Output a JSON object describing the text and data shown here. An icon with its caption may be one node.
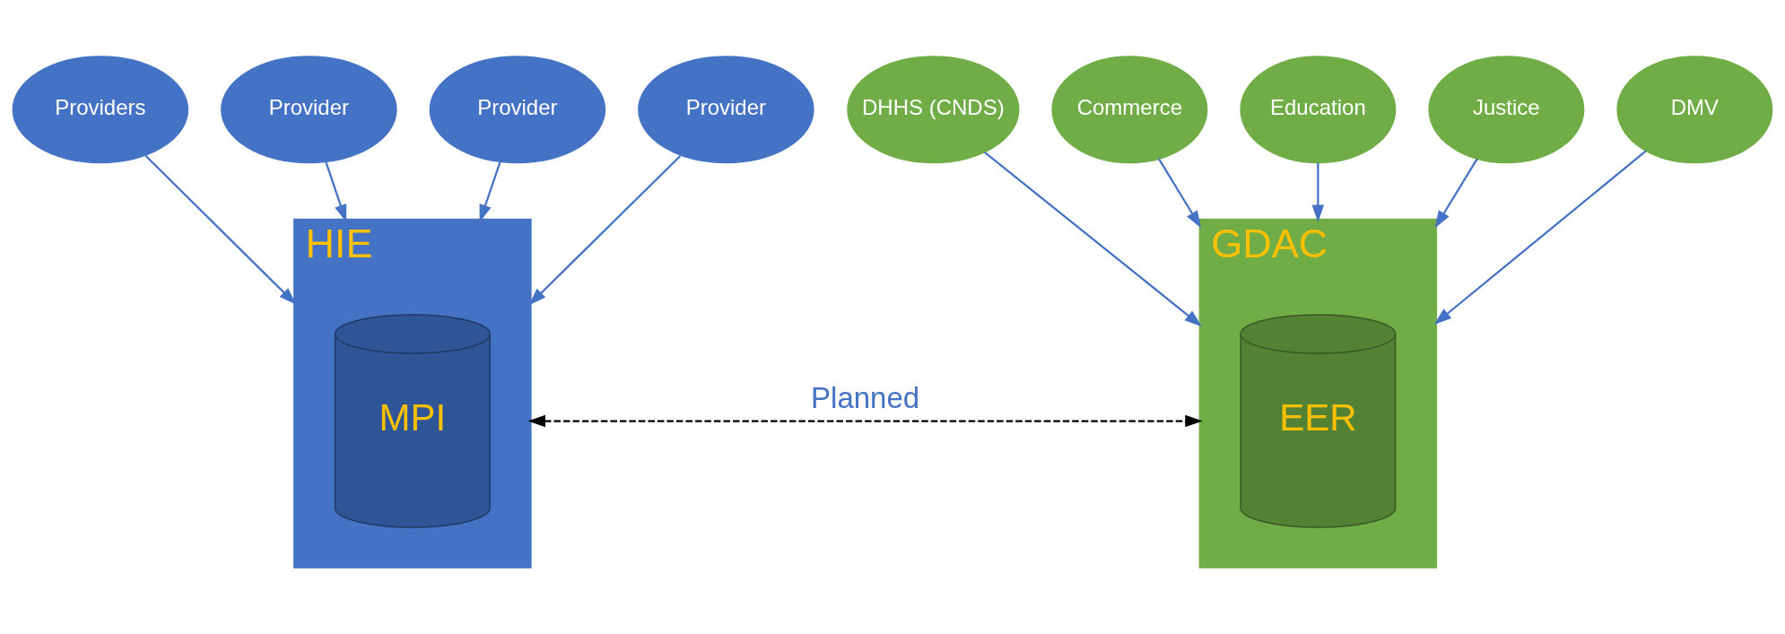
{
  "diagram": {
    "nodes": [
      {
        "text": [
          "HIE"
        ]
      },
      {
        "text": [
          "MPI"
        ],
        "in": 0
      },
      {
        "text": [
          "Providers"
        ]
      },
      {
        "text": [
          "Provider"
        ]
      },
      {
        "text": [
          "Provider"
        ]
      },
      {
        "text": [
          "Provider"
        ]
      },
      {
        "text": [
          "GDAC"
        ]
      },
      {
        "text": [
          "EER"
        ],
        "in": 6
      },
      {
        "text": [
          "DHHS (CNDS)"
        ]
      },
      {
        "text": [
          "Commerce"
        ]
      },
      {
        "text": [
          "Education"
        ]
      },
      {
        "text": [
          "Justice"
        ]
      },
      {
        "text": [
          "DMV"
        ]
      }
    ],
    "edges": [
      {
        "from": 2,
        "to": 0,
        "arrow": "to"
      },
      {
        "from": 3,
        "to": 0,
        "arrow": "to"
      },
      {
        "from": 4,
        "to": 0,
        "arrow": "to"
      },
      {
        "from": 5,
        "to": 0,
        "arrow": "to"
      },
      {
        "from": 8,
        "to": 6,
        "arrow": "to"
      },
      {
        "from": 9,
        "to": 6,
        "arrow": "to"
      },
      {
        "from": 10,
        "to": 6,
        "arrow": "to"
      },
      {
        "from": 11,
        "to": 6,
        "arrow": "to"
      },
      {
        "from": 12,
        "to": 6,
        "arrow": "to"
      },
      {
        "from": 0,
        "to": 6,
        "label": "Planned",
        "arrow": "both",
        "style": "dashed",
        "color": "#000000"
      }
    ]
  }
}
